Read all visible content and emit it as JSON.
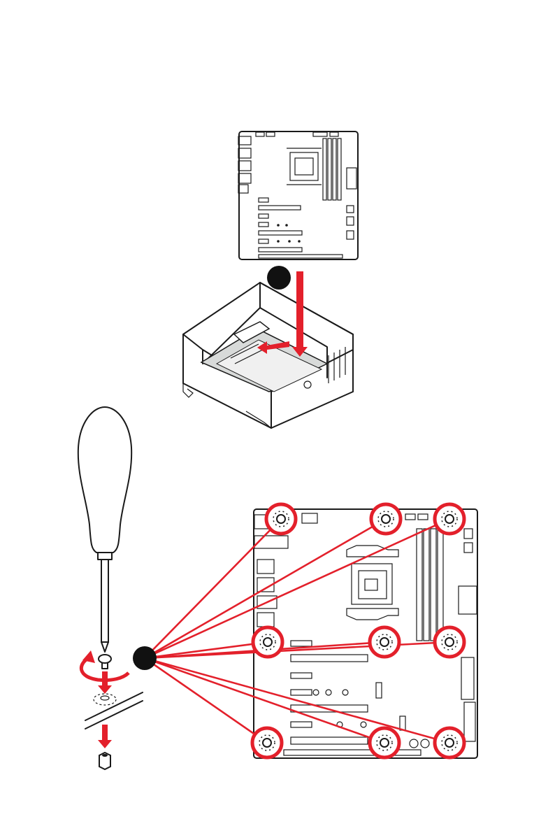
{
  "step_markers": [
    {
      "id": "step-1",
      "label": ""
    },
    {
      "id": "step-2",
      "label": ""
    }
  ],
  "colors": {
    "accent_red": "#e3202b",
    "line_black": "#1a1a1a",
    "panel_gray": "#d8dad9",
    "board_gray": "#f4f4f4"
  },
  "icons": [
    "screwdriver-icon",
    "screw-icon",
    "standoff-icon",
    "rotate-arrow-icon",
    "down-arrow-icon"
  ],
  "mounting_holes_count": 9
}
